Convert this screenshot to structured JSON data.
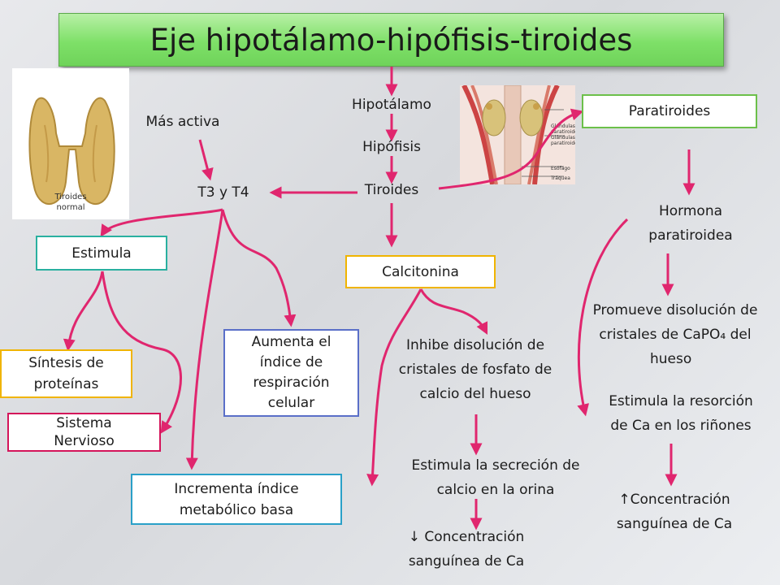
{
  "title": "Eje hipotálamo-hipófisis-tiroides",
  "colors": {
    "arrow": "#e0266e",
    "title_bg": "#7ee068",
    "border_teal": "#2ab0a0",
    "border_yellow": "#f0b400",
    "border_magenta": "#d4145a",
    "border_blue": "#5a6fc8",
    "border_cyan": "#2aa0c8",
    "border_green": "#6cc04a"
  },
  "thyroid_image": {
    "caption_line1": "Tiroides",
    "caption_line2": "normal"
  },
  "neck_image": {
    "label1": "Glándulas",
    "label2": "paratiroides",
    "label3": "Glándulas",
    "label4": "paratiroides",
    "label5": "Esófago",
    "label6": "Tráquea"
  },
  "nodes": {
    "hipotalamo": "Hipotálamo",
    "hipofisis": "Hipófisis",
    "tiroides": "Tiroides",
    "mas_activa": "Más activa",
    "t3t4": "T3 y T4",
    "estimula": "Estimula",
    "sintesis_l1": "Síntesis de",
    "sintesis_l2": "proteínas",
    "sistema_l1": "Sistema",
    "sistema_l2": "Nervioso",
    "aumenta_l1": "Aumenta el",
    "aumenta_l2": "índice de",
    "aumenta_l3": "respiración",
    "aumenta_l4": "celular",
    "incrementa_l1": "Incrementa índice",
    "incrementa_l2": "metabólico basa",
    "calcitonina": "Calcitonina",
    "inhibe_l1": "Inhibe disolución de",
    "inhibe_l2": "cristales de fosfato de",
    "inhibe_l3": "calcio del hueso",
    "secrecion_l1": "Estimula la secreción de",
    "secrecion_l2": "calcio en la orina",
    "conc_down_l1": "↓ Concentración",
    "conc_down_l2": "sanguínea de Ca",
    "paratiroides": "Paratiroides",
    "hormona_l1": "Hormona",
    "hormona_l2": "paratiroidea",
    "promueve_l1": "Promueve disolución de",
    "promueve_l2": "cristales de CaPO₄ del",
    "promueve_l3": "hueso",
    "resorcion_l1": "Estimula la resorción",
    "resorcion_l2": "de Ca en los riñones",
    "conc_up_l1": "↑Concentración",
    "conc_up_l2": "sanguínea de Ca"
  }
}
